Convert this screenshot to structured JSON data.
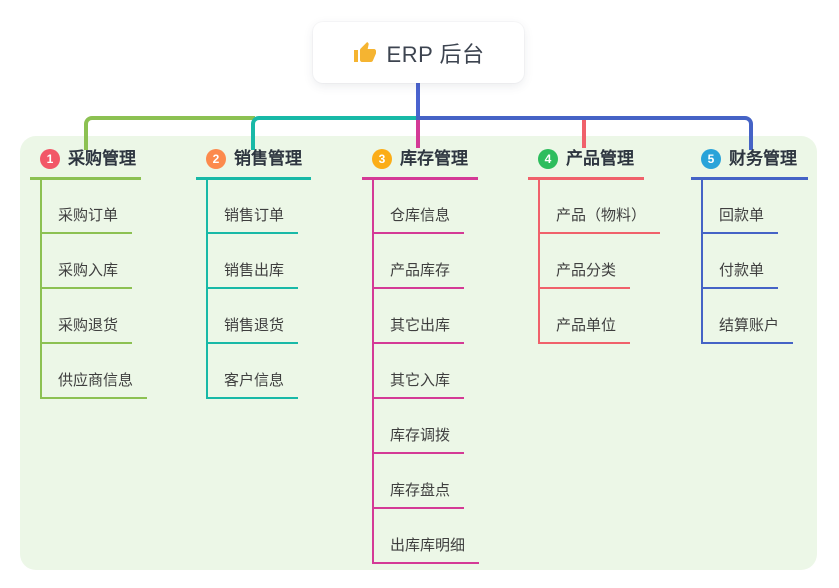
{
  "canvas": {
    "panel_background": "#ecf7e7",
    "page_background": "#ffffff"
  },
  "root": {
    "icon": "thumbs-up-icon",
    "icon_color": "#f5b431",
    "title": "ERP 后台"
  },
  "connectors": {
    "root_line_color": "#4a63cf"
  },
  "branches": [
    {
      "number": "1",
      "label": "采购管理",
      "color": "#8cc152",
      "badge_color": "#f25767",
      "children": [
        "采购订单",
        "采购入库",
        "采购退货",
        "供应商信息"
      ]
    },
    {
      "number": "2",
      "label": "销售管理",
      "color": "#18b9a7",
      "badge_color": "#fc8a4d",
      "children": [
        "销售订单",
        "销售出库",
        "销售退货",
        "客户信息"
      ]
    },
    {
      "number": "3",
      "label": "库存管理",
      "color": "#d43a96",
      "badge_color": "#fbad17",
      "children": [
        "仓库信息",
        "产品库存",
        "其它出库",
        "其它入库",
        "库存调拨",
        "库存盘点",
        "出库库明细"
      ]
    },
    {
      "number": "4",
      "label": "产品管理",
      "color": "#f0616b",
      "badge_color": "#2dbd5d",
      "children": [
        "产品（物料）",
        "产品分类",
        "产品单位"
      ]
    },
    {
      "number": "5",
      "label": "财务管理",
      "color": "#4563c6",
      "badge_color": "#29a3d9",
      "children": [
        "回款单",
        "付款单",
        "结算账户"
      ]
    }
  ]
}
